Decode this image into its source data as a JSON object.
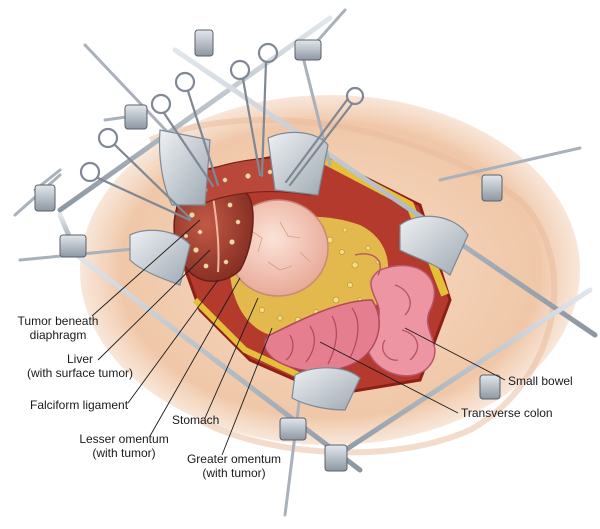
{
  "labels": {
    "tumor_beneath_diaphragm": {
      "line1": "Tumor beneath",
      "line2": "diaphragm"
    },
    "liver": {
      "line1": "Liver",
      "line2": "(with surface tumor)"
    },
    "falciform_ligament": {
      "line1": "Falciform ligament"
    },
    "lesser_omentum": {
      "line1": "Lesser omentum",
      "line2": "(with tumor)"
    },
    "stomach": {
      "line1": "Stomach"
    },
    "greater_omentum": {
      "line1": "Greater omentum",
      "line2": "(with tumor)"
    },
    "small_bowel": {
      "line1": "Small bowel"
    },
    "transverse_colon": {
      "line1": "Transverse colon"
    }
  },
  "colors": {
    "skin": "#f4cdb0",
    "skin_shadow": "#e8a98a",
    "wound_edge": "#a8281e",
    "fat": "#e8c24a",
    "liver": "#a43a2c",
    "stomach": "#f3c7b6",
    "bowel": "#e98a98",
    "colon": "#d9707e",
    "metal": "#9aa3ad",
    "retractor": "#c7ced6",
    "leader_line": "#1a1a1a"
  }
}
